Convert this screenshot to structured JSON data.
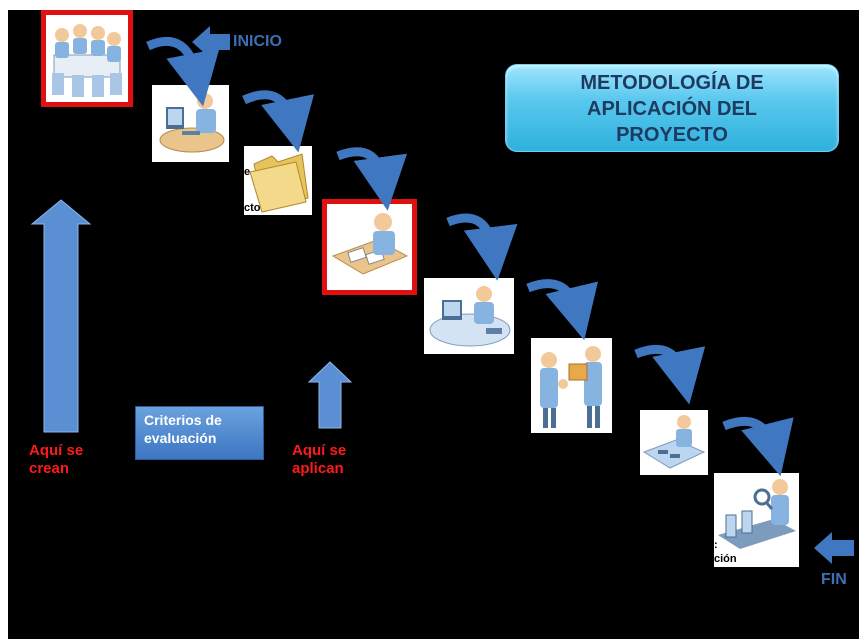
{
  "title": {
    "line1": "METODOLOGÍA DE",
    "line2": "APLICACIÓN DEL",
    "line3": "PROYECTO"
  },
  "inicio_label": "INICIO",
  "fin_label": "FIN",
  "left_label": {
    "line1": "Aquí se",
    "line2": "crean"
  },
  "right_label": {
    "line1": "Aquí se",
    "line2": "aplican"
  },
  "criteria": {
    "line1": "Criterios de",
    "line2": "evaluación"
  },
  "cut_labels": {
    "folder_a": "e",
    "folder_b": "cto",
    "final_a": ":",
    "final_b": "ción"
  },
  "colors": {
    "background": "#000000",
    "highlight": "#e01010",
    "arrow_blue": "#3f78c0",
    "red_text": "#ff1a1a",
    "title_box": "#34b4df"
  },
  "steps": [
    {
      "icon": "meeting-icon",
      "highlighted": true
    },
    {
      "icon": "computer-worker-icon",
      "highlighted": false
    },
    {
      "icon": "folder-icon",
      "highlighted": false
    },
    {
      "icon": "desk-writing-icon",
      "highlighted": true
    },
    {
      "icon": "workstation-icon",
      "highlighted": false
    },
    {
      "icon": "package-delivery-icon",
      "highlighted": false
    },
    {
      "icon": "desk-planning-icon",
      "highlighted": false
    },
    {
      "icon": "inspection-icon",
      "highlighted": false
    }
  ]
}
